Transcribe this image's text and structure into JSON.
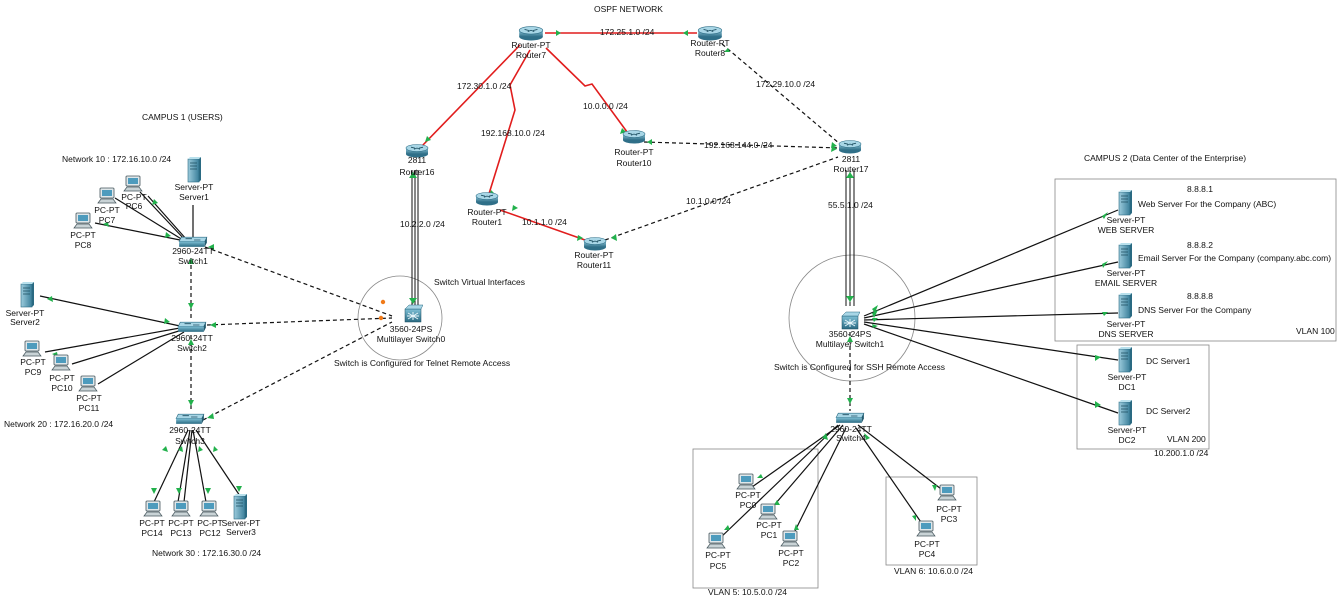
{
  "titles": {
    "ospf": "OSPF NETWORK",
    "campus1": "CAMPUS 1 (USERS)",
    "campus2": "CAMPUS 2 (Data Center of the Enterprise)"
  },
  "devices": {
    "router7": {
      "model": "Router-PT",
      "name": "Router7"
    },
    "router8": {
      "model": "Router-PT",
      "name": "Router8"
    },
    "router16": {
      "model": "2811",
      "name": "Router16"
    },
    "router10": {
      "model": "Router-PT",
      "name": "Router10"
    },
    "router17": {
      "model": "2811",
      "name": "Router17"
    },
    "router1": {
      "model": "Router-PT",
      "name": "Router1"
    },
    "router11": {
      "model": "Router-PT",
      "name": "Router11"
    },
    "mls0": {
      "model": "3560-24PS",
      "name": "Multilayer Switch0"
    },
    "mls1": {
      "model": "3560-24PS",
      "name": "Multilayer Switch1"
    },
    "switch1": {
      "model": "2960-24TT",
      "name": "Switch1"
    },
    "switch2": {
      "model": "2960-24TT",
      "name": "Switch2"
    },
    "switch3": {
      "model": "2960-24TT",
      "name": "Switch3"
    },
    "switch4": {
      "model": "2960-24TT",
      "name": "Switch4"
    },
    "server1": {
      "model": "Server-PT",
      "name": "Server1"
    },
    "server2": {
      "model": "Server-PT",
      "name": "Server2"
    },
    "server3": {
      "model": "Server-PT",
      "name": "Server3"
    },
    "pc6": {
      "model": "PC-PT",
      "name": "PC6"
    },
    "pc7": {
      "model": "PC-PT",
      "name": "PC7"
    },
    "pc8": {
      "model": "PC-PT",
      "name": "PC8"
    },
    "pc9": {
      "model": "PC-PT",
      "name": "PC9"
    },
    "pc10": {
      "model": "PC-PT",
      "name": "PC10"
    },
    "pc11": {
      "model": "PC-PT",
      "name": "PC11"
    },
    "pc12": {
      "model": "PC-PT",
      "name": "PC12"
    },
    "pc13": {
      "model": "PC-PT",
      "name": "PC13"
    },
    "pc14": {
      "model": "PC-PT",
      "name": "PC14"
    },
    "pc0": {
      "model": "PC-PT",
      "name": "PC0"
    },
    "pc1": {
      "model": "PC-PT",
      "name": "PC1"
    },
    "pc2": {
      "model": "PC-PT",
      "name": "PC2"
    },
    "pc3": {
      "model": "PC-PT",
      "name": "PC3"
    },
    "pc4": {
      "model": "PC-PT",
      "name": "PC4"
    },
    "pc5": {
      "model": "PC-PT",
      "name": "PC5"
    },
    "web": {
      "model": "Server-PT",
      "name": "WEB SERVER"
    },
    "email": {
      "model": "Server-PT",
      "name": "EMAIL SERVER"
    },
    "dns": {
      "model": "Server-PT",
      "name": "DNS SERVER"
    },
    "dc1": {
      "model": "Server-PT",
      "name": "DC1"
    },
    "dc2": {
      "model": "Server-PT",
      "name": "DC2"
    }
  },
  "links": {
    "r7_r8": "172.25.1.0 /24",
    "r7_r16": "172.30.1.0 /24",
    "r7_r1": "192.168.10.0 /24",
    "r7_r10": "10.0.0.0 /24",
    "r8_r17": "172.29.10.0 /24",
    "r10_r17": "192.168.144.0 /24",
    "r11_r17": "10.1.0.0 /24",
    "r1_r11": "10.1.1.0 /24",
    "r16_mls0": "10.2.2.0 /24",
    "r17_mls1": "55.5.1.0 /24"
  },
  "networks": {
    "net10": "Network 10 : 172.16.10.0 /24",
    "net20": "Network 20 : 172.16.20.0 /24",
    "net30": "Network 30 : 172.16.30.0 /24",
    "vlan5": "VLAN 5: 10.5.0.0 /24",
    "vlan6": "VLAN 6: 10.6.0.0 /24",
    "vlan100": "VLAN 100",
    "vlan200": "VLAN 200",
    "vlan200_net": "10.200.1.0 /24"
  },
  "notes": {
    "svi": "Switch Virtual Interfaces",
    "telnet": "Switch is Configured for Telnet Remote Access",
    "ssh": "Switch is Configured for SSH Remote Access"
  },
  "servers_info": {
    "web_ip": "8.8.8.1",
    "web_desc": "Web Server For the Company (ABC)",
    "email_ip": "8.8.8.2",
    "email_desc": "Email Server For the Company (company.abc.com)",
    "dns_ip": "8.8.8.8",
    "dns_desc": "DNS Server For the Company",
    "dc1_desc": "DC Server1",
    "dc2_desc": "DC Server2"
  },
  "colors": {
    "serial_link": "#e11d1d",
    "ethernet_link": "#000000",
    "port_up": "#22b14c",
    "port_alt": "#f07a18",
    "device_body": "#3b8aa8"
  }
}
